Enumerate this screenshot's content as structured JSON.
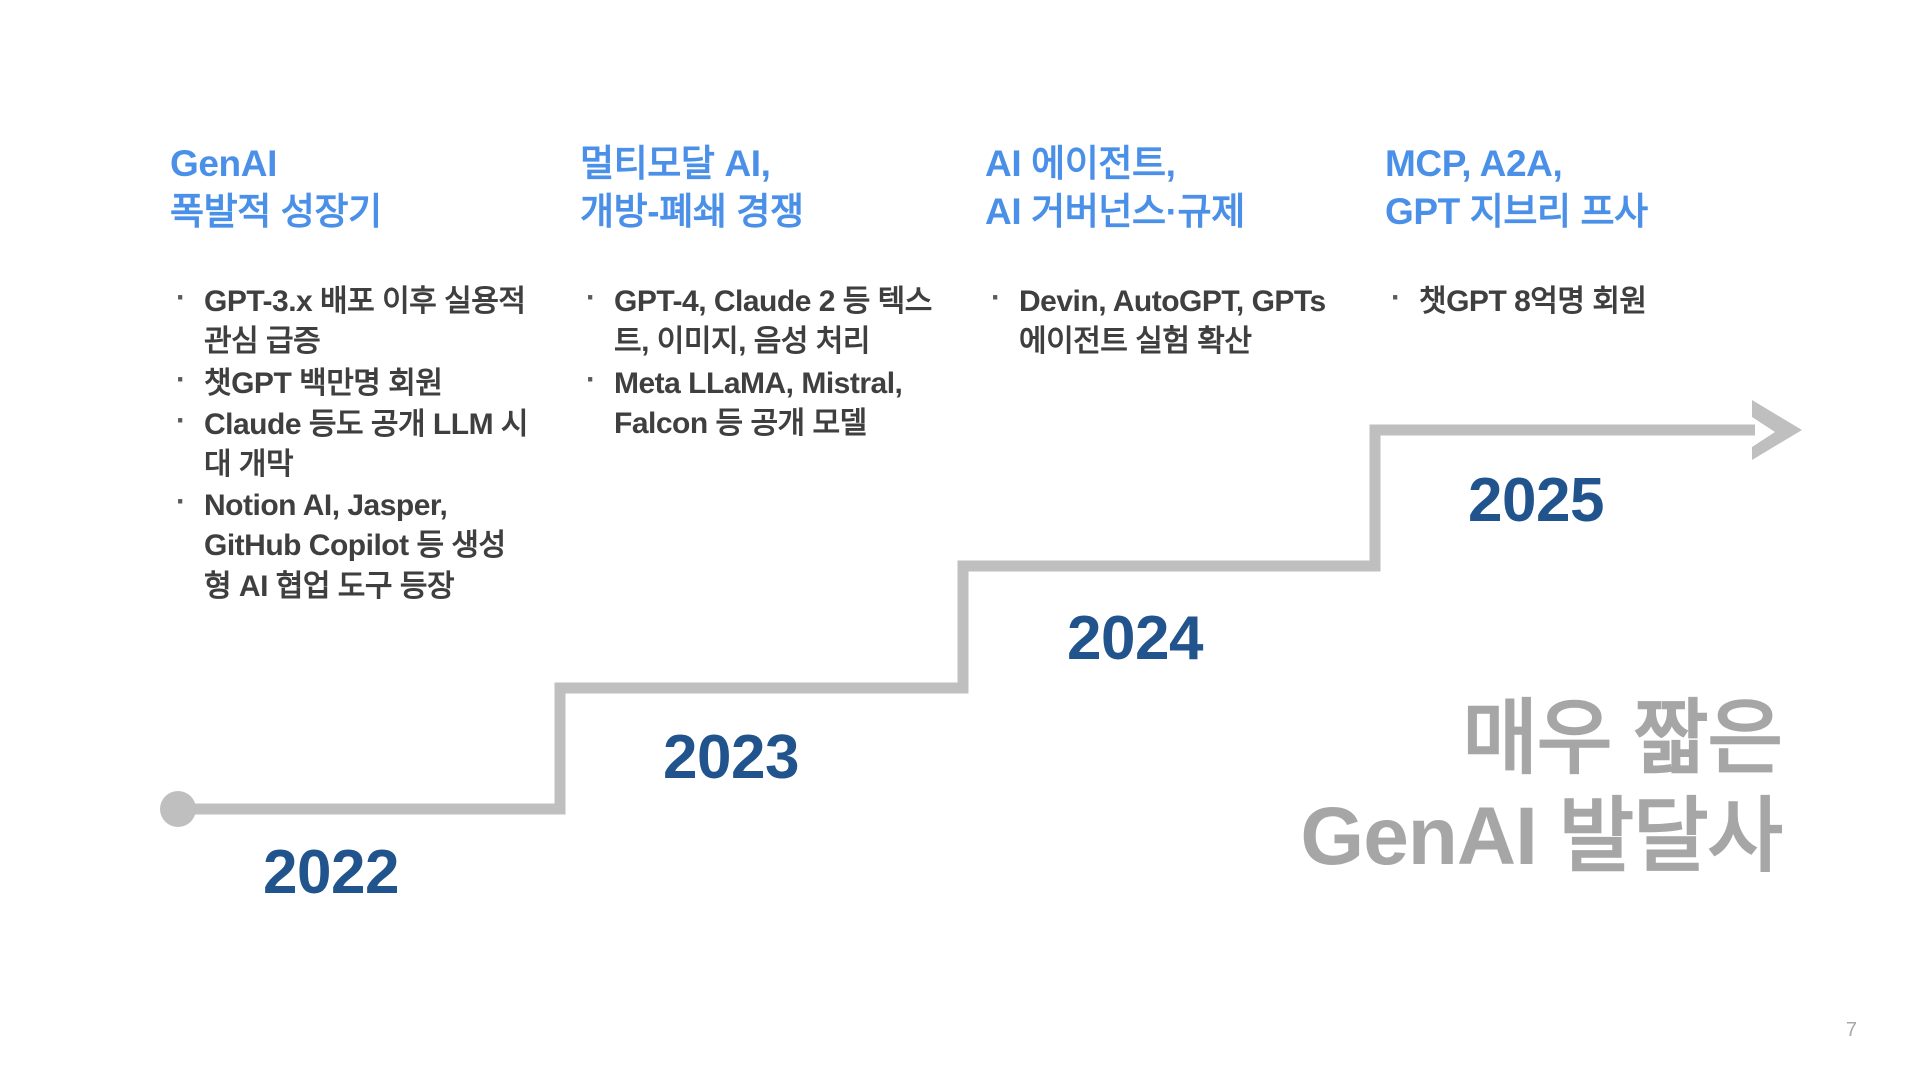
{
  "slide": {
    "background_color": "#ffffff",
    "page_number": "7",
    "caption": "매우 짧은\nGenAI 발달사"
  },
  "colors": {
    "header_blue": "#4a90e8",
    "year_blue": "#21548c",
    "body_gray": "#3f3f3f",
    "caption_gray": "#a6a6a6",
    "timeline_gray": "#bfbfbf",
    "page_number_gray": "#a9a9a9"
  },
  "timeline": {
    "start_marker": "circle-dot",
    "end_marker": "arrow-head",
    "direction": "left-to-right ascending steps",
    "steps": [
      "2022",
      "2023",
      "2024",
      "2025"
    ]
  },
  "columns": [
    {
      "id": "col-0",
      "year": "2022",
      "header": "GenAI\n폭발적 성장기",
      "bullets": [
        "GPT-3.x 배포 이후 실용적 관심 급증",
        "챗GPT 백만명 회원",
        "Claude 등도 공개 LLM 시대 개막",
        "Notion AI, Jasper, GitHub Copilot 등 생성형 AI 협업 도구 등장"
      ]
    },
    {
      "id": "col-1",
      "year": "2023",
      "header": "멀티모달 AI,\n개방-폐쇄 경쟁",
      "bullets": [
        "GPT-4, Claude 2 등 텍스트, 이미지, 음성 처리",
        "Meta LLaMA, Mistral, Falcon 등 공개 모델"
      ]
    },
    {
      "id": "col-2",
      "year": "2024",
      "header": "AI 에이전트,\nAI 거버넌스·규제",
      "bullets": [
        "Devin, AutoGPT, GPTs 에이전트 실험 확산"
      ]
    },
    {
      "id": "col-3",
      "year": "2025",
      "header": "MCP, A2A,\nGPT 지브리 프사",
      "bullets": [
        "챗GPT 8억명 회원"
      ]
    }
  ],
  "years": [
    {
      "label": "2022"
    },
    {
      "label": "2023"
    },
    {
      "label": "2024"
    },
    {
      "label": "2025"
    }
  ]
}
